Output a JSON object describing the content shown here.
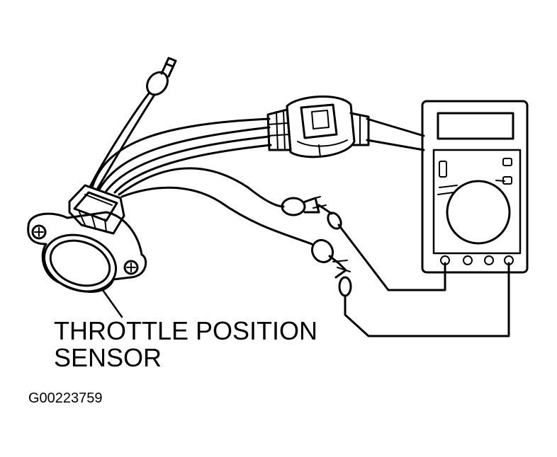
{
  "labels": {
    "component_line1": "THROTTLE POSITION",
    "component_line2": "SENSOR",
    "figure_id": "G00223759"
  },
  "colors": {
    "ink": "#000000",
    "paper": "#ffffff"
  }
}
